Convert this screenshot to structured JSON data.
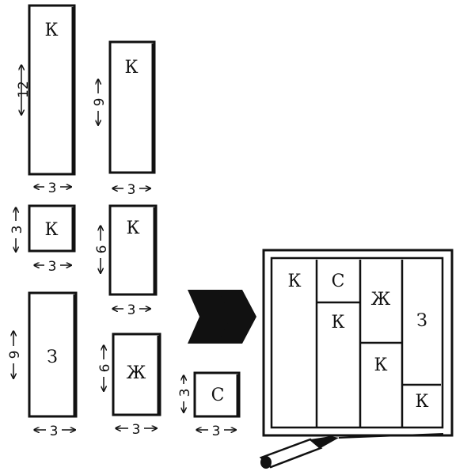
{
  "pieces": [
    {
      "label": "К",
      "width_label": "3",
      "height_label": "12"
    },
    {
      "label": "К",
      "width_label": "3",
      "height_label": "9"
    },
    {
      "label": "К",
      "width_label": "3",
      "height_label": "3"
    },
    {
      "label": "К",
      "width_label": "3",
      "height_label": "6"
    },
    {
      "label": "З",
      "width_label": "3",
      "height_label": "9"
    },
    {
      "label": "Ж",
      "width_label": "3",
      "height_label": "6"
    },
    {
      "label": "С",
      "width_label": "3",
      "height_label": "3"
    }
  ],
  "assembled": {
    "cells": [
      "К",
      "С",
      "Ж",
      "З",
      "К",
      "К",
      "К"
    ]
  },
  "icons": {
    "arrow": "double-chevron-arrow-icon",
    "pen": "pen-icon"
  }
}
